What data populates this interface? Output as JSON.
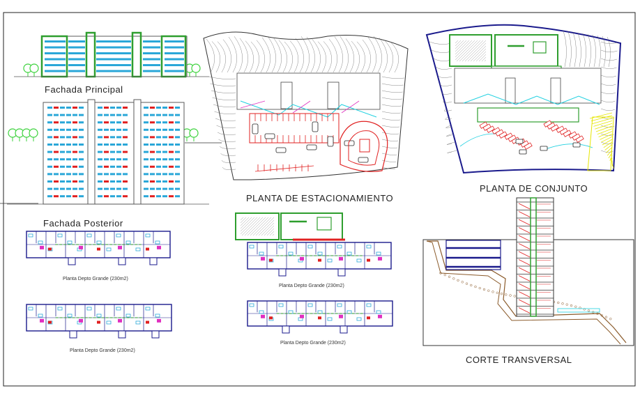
{
  "labels": {
    "fachada_principal": "Fachada Principal",
    "fachada_posterior": "Fachada Posterior",
    "planta_estacionamiento": "PLANTA DE ESTACIONAMIENTO",
    "planta_conjunto": "PLANTA DE CONJUNTO",
    "corte_transversal": "CORTE TRANSVERSAL",
    "depto_1": "Planta Depto Grande (230m2)",
    "depto_2": "Planta Depto Grande (230m2)",
    "depto_3": "Planta Depto Grande (230m2)",
    "depto_4": "Planta Depto Grande (230m2)"
  },
  "colors": {
    "wall": "#5a5a5a",
    "window": "#2aa7d8",
    "accent_red": "#e02020",
    "accent_magenta": "#e030c0",
    "structure_green": "#2e9e2e",
    "tree_green": "#3cd23c",
    "navy": "#1a1a8c",
    "hatch_yellow": "#e6e600",
    "cyan": "#1fd0e0",
    "terrain_brown": "#8a5a2a"
  }
}
